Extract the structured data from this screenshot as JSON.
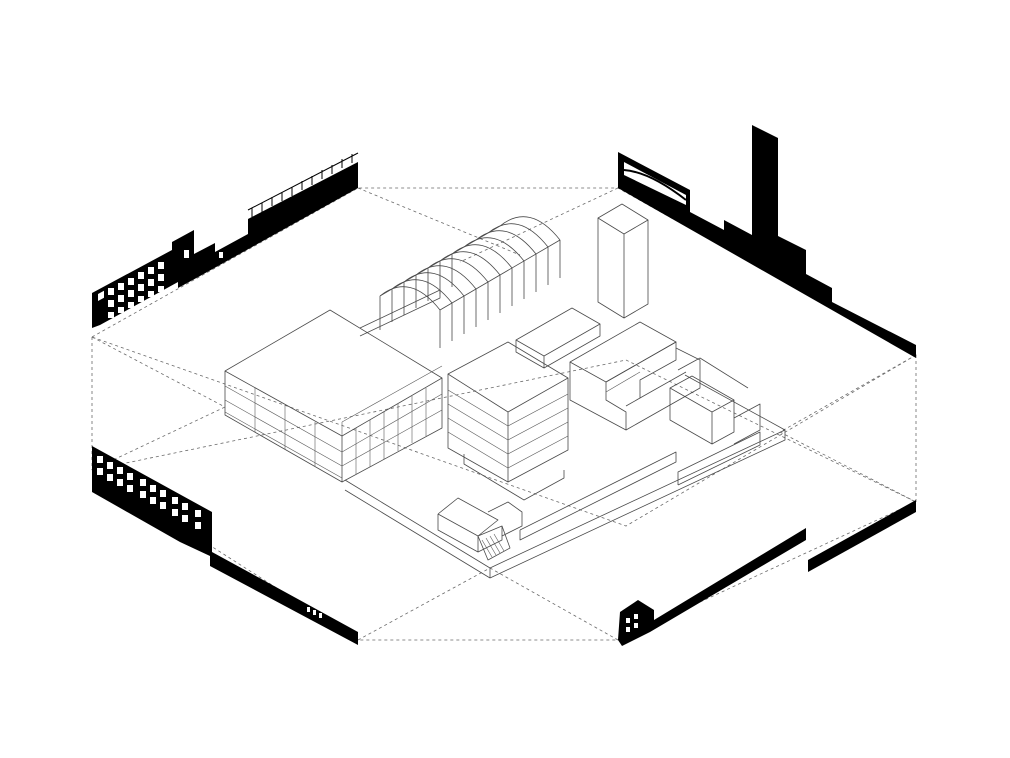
{
  "diagram": {
    "type": "isometric-site-axonometric",
    "colors": {
      "background": "#ffffff",
      "ink": "#000000",
      "line": "#4a4a4a"
    },
    "elevations": [
      {
        "side": "north-west",
        "icon": "building-silhouette"
      },
      {
        "side": "north-east",
        "icon": "building-silhouette"
      },
      {
        "side": "south-west",
        "icon": "building-silhouette"
      },
      {
        "side": "south-east",
        "icon": "building-silhouette"
      }
    ],
    "site_elements": [
      {
        "name": "office-block"
      },
      {
        "name": "shed-roof-frames"
      },
      {
        "name": "stacked-block"
      },
      {
        "name": "tower"
      },
      {
        "name": "terraced-blocks"
      },
      {
        "name": "small-house"
      },
      {
        "name": "boundary-wall"
      }
    ]
  }
}
